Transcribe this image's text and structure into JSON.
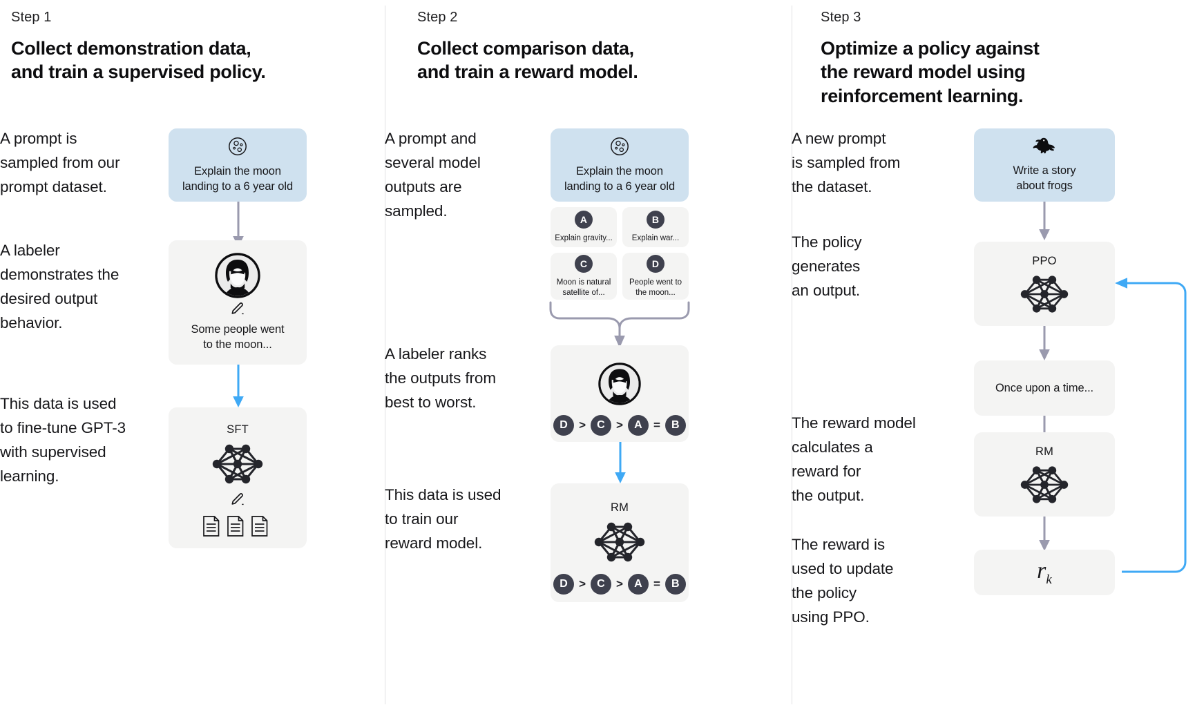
{
  "colors": {
    "prompt_card_bg": "#cfe1ef",
    "card_bg": "#f4f4f3",
    "badge_bg": "#3f414e",
    "arrow_gray": "#9a9aae",
    "arrow_blue": "#3fa9f5",
    "text": "#17171a",
    "divider": "#dfe0e2"
  },
  "steps": [
    {
      "label": "Step 1",
      "title": "Collect demonstration data,\nand train a supervised policy.",
      "notes": [
        "A prompt is\nsampled from our\nprompt dataset.",
        "A labeler\ndemonstrates the\ndesired output\nbehavior.",
        "This data is used\nto fine-tune GPT-3\nwith supervised\nlearning."
      ],
      "cards": [
        {
          "icon": "moon-icon",
          "text": "Explain the moon\nlanding to a 6 year old",
          "style": "blue"
        },
        {
          "icon": "labeler-icon",
          "sub_icon": "pencil-icon",
          "text": "Some people went\nto the moon...",
          "style": "gray"
        },
        {
          "title": "SFT",
          "icon": "neural-network-icon",
          "sub_icon": "pencil-icon",
          "extra_icon": "documents-icon",
          "style": "gray"
        }
      ],
      "connectors": [
        "gray-arrow-down",
        "blue-arrow-down"
      ]
    },
    {
      "label": "Step 2",
      "title": "Collect comparison data,\nand train a reward model.",
      "notes": [
        "A prompt and\nseveral model\noutputs are\nsampled.",
        "A labeler ranks\nthe outputs from\nbest to worst.",
        "This data is used\nto train our\nreward model."
      ],
      "cards": [
        {
          "icon": "moon-icon",
          "text": "Explain the moon\nlanding to a 6 year old",
          "style": "blue"
        },
        {
          "icon": "labeler-icon",
          "ranking": [
            "D",
            "C",
            "A",
            "B"
          ],
          "ranking_ops": [
            ">",
            ">",
            "="
          ],
          "style": "gray"
        },
        {
          "title": "RM",
          "icon": "neural-network-icon",
          "ranking": [
            "D",
            "C",
            "A",
            "B"
          ],
          "ranking_ops": [
            ">",
            ">",
            "="
          ],
          "style": "gray"
        }
      ],
      "outputs": [
        {
          "badge": "A",
          "text": "Explain gravity..."
        },
        {
          "badge": "B",
          "text": "Explain war..."
        },
        {
          "badge": "C",
          "text": "Moon is natural\nsatellite of..."
        },
        {
          "badge": "D",
          "text": "People went to\nthe moon..."
        }
      ],
      "connectors": [
        "curly-brace-arrow",
        "blue-arrow-down"
      ]
    },
    {
      "label": "Step 3",
      "title": "Optimize a policy against\nthe reward model using\nreinforcement learning.",
      "notes": [
        "A new prompt\nis sampled from\nthe dataset.",
        "The policy\ngenerates\nan output.",
        "The reward model\ncalculates a\nreward for\nthe output.",
        "The reward is\nused to update\nthe policy\nusing PPO."
      ],
      "cards": [
        {
          "icon": "frog-icon",
          "text": "Write a story\nabout frogs",
          "style": "blue"
        },
        {
          "title": "PPO",
          "icon": "neural-network-icon",
          "style": "gray"
        },
        {
          "text": "Once upon a time...",
          "style": "gray"
        },
        {
          "title": "RM",
          "icon": "neural-network-icon",
          "style": "gray"
        },
        {
          "reward_symbol": "r",
          "reward_subscript": "k",
          "style": "gray"
        }
      ],
      "connectors": [
        "gray-arrow-down",
        "gray-arrow-down",
        "gray-arrow-down",
        "gray-arrow-down",
        "blue-feedback-loop"
      ]
    }
  ]
}
